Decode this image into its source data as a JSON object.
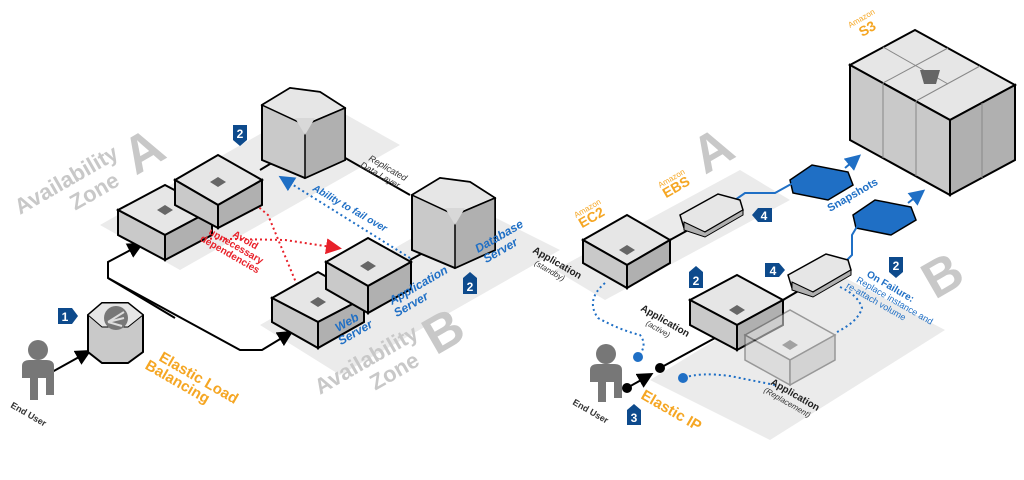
{
  "colors": {
    "blue": "#1f6fc5",
    "badge": "#0d4a8c",
    "orange": "#f5a623",
    "red": "#e8212a",
    "zone_text": "#c8c8c8",
    "zone_floor": "#ebebeb",
    "box_top": "#e6e6e6",
    "box_left": "#c9c9c9",
    "box_right": "#b0b0b0"
  },
  "left": {
    "zone_a": {
      "word1": "Availability",
      "word2": "Zone",
      "letter": "A"
    },
    "zone_b": {
      "word1": "Availability",
      "word2": "Zone",
      "letter": "B"
    },
    "end_user": "End User",
    "elb": {
      "line1": "Elastic Load",
      "line2": "Balancing"
    },
    "web_server": {
      "line1": "Web",
      "line2": "Server"
    },
    "app_server": {
      "line1": "Application",
      "line2": "Server"
    },
    "db_server": {
      "line1": "Database",
      "line2": "Server"
    },
    "replicated": {
      "line1": "Replicated",
      "line2": "Data Layer"
    },
    "failover": "Ability to fail over",
    "avoid": {
      "line1": "Avoid",
      "line2": "unnecessary",
      "line3": "dependencies"
    },
    "badges": [
      "1",
      "2",
      "2"
    ]
  },
  "right": {
    "s3": {
      "line1": "Amazon",
      "line2": "S3"
    },
    "ebs": {
      "line1": "Amazon",
      "line2": "EBS"
    },
    "ec2": {
      "line1": "Amazon",
      "line2": "EC2"
    },
    "zone_a_letter": "A",
    "zone_b_letter": "B",
    "snapshots": "Snapshots",
    "app_standby": {
      "line1": "Application",
      "line2": "(standby)"
    },
    "app_active": {
      "line1": "Application",
      "line2": "(active)"
    },
    "app_replacement": {
      "line1": "Application",
      "line2": "(Replacement)"
    },
    "on_failure": {
      "line1": "On Failure:",
      "line2": "Replace instance and",
      "line3": "re-attach volume"
    },
    "end_user": "End User",
    "elastic_ip": "Elastic IP",
    "badges": [
      "4",
      "4",
      "2",
      "2",
      "3"
    ]
  }
}
